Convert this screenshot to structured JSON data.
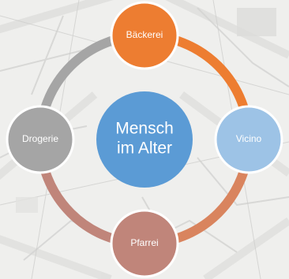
{
  "diagram": {
    "center": {
      "name": "center-node",
      "lines": [
        "Mensch",
        "im Alter"
      ],
      "color": "#5b9bd5"
    },
    "nodes": [
      {
        "name": "node-baeckerei",
        "label": "Bäckerei",
        "color": "#ed7d31"
      },
      {
        "name": "node-vicino",
        "label": "Vicino",
        "color": "#9dc3e6"
      },
      {
        "name": "node-pfarrei",
        "label": "Pfarrei",
        "color": "#c0857a"
      },
      {
        "name": "node-drogerie",
        "label": "Drogerie",
        "color": "#a5a5a5"
      }
    ],
    "arcs": [
      {
        "name": "arc-baeckerei-vicino",
        "color": "#ed7d31"
      },
      {
        "name": "arc-vicino-pfarrei",
        "color": "#d9845e"
      },
      {
        "name": "arc-pfarrei-drogerie",
        "color": "#c0857a"
      },
      {
        "name": "arc-drogerie-baeckerei",
        "color": "#a5a5a5"
      }
    ]
  }
}
